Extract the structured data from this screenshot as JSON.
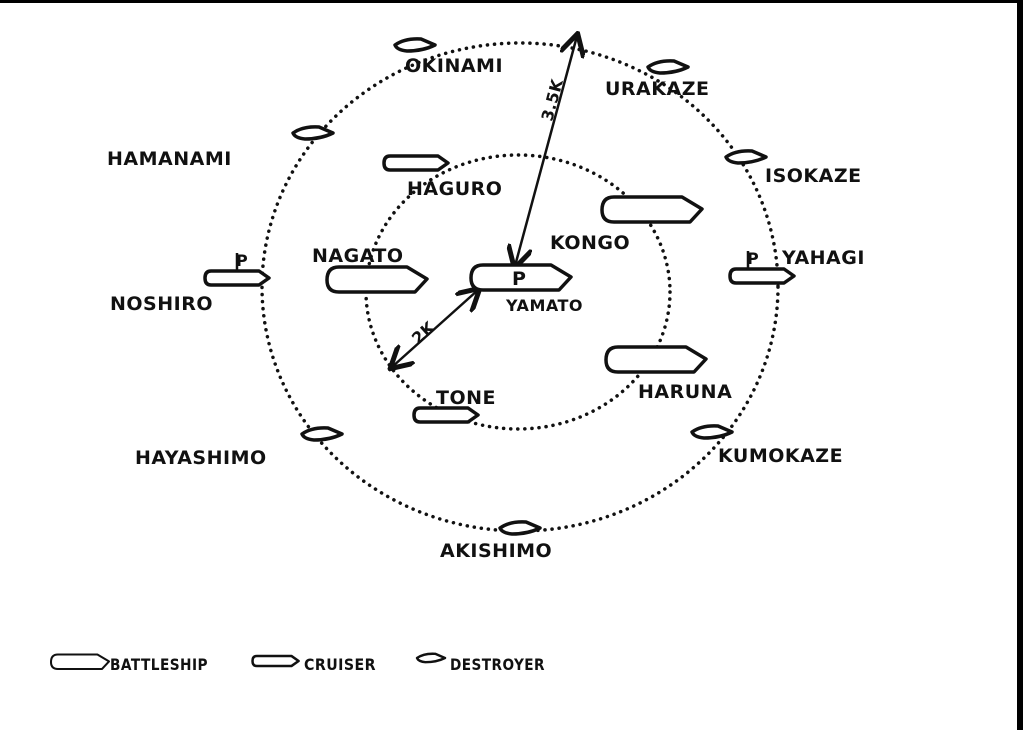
{
  "ships": {
    "okinami": {
      "name": "OKINAMI",
      "type": "destroyer"
    },
    "urakaze": {
      "name": "URAKAZE",
      "type": "destroyer"
    },
    "hamanami": {
      "name": "HAMANAMI",
      "type": "destroyer"
    },
    "isokaze": {
      "name": "ISOKAZE",
      "type": "destroyer"
    },
    "haguro": {
      "name": "HAGURO",
      "type": "cruiser"
    },
    "kongo": {
      "name": "KONGO",
      "type": "battleship"
    },
    "nagato": {
      "name": "NAGATO",
      "type": "battleship"
    },
    "yamato": {
      "name": "YAMATO",
      "type": "battleship",
      "marker": "P"
    },
    "noshiro": {
      "name": "NOSHIRO",
      "type": "cruiser",
      "marker": "P"
    },
    "yahagi": {
      "name": "YAHAGI",
      "type": "cruiser",
      "marker": "P"
    },
    "haruna": {
      "name": "HARUNA",
      "type": "battleship"
    },
    "tone": {
      "name": "TONE",
      "type": "cruiser"
    },
    "hayashimo": {
      "name": "HAYASHIMO",
      "type": "destroyer"
    },
    "kumokaze": {
      "name": "KUMOKAZE",
      "type": "destroyer"
    },
    "akishimo": {
      "name": "AKISHIMO",
      "type": "destroyer"
    }
  },
  "distances": {
    "outer": "3.5K",
    "inner": "2K"
  },
  "legend": {
    "battleship": "BATTLESHIP",
    "cruiser": "CRUISER",
    "destroyer": "DESTROYER"
  }
}
